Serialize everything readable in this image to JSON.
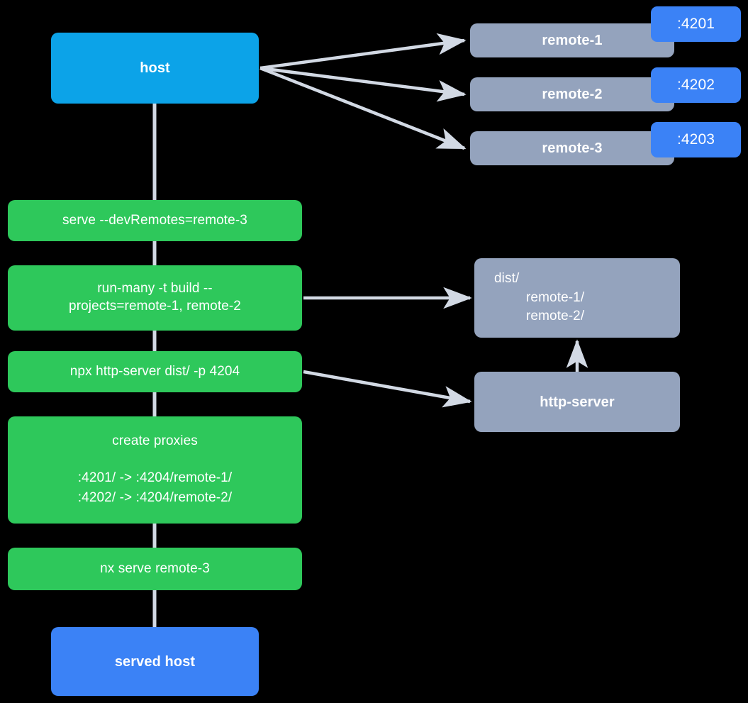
{
  "diagram": {
    "title": "Nx host and remotes serve flow",
    "background": "#000000",
    "edge_color": "#D2D9E4",
    "colors": {
      "host": "#0CA3E8",
      "served_host": "#3B82F6",
      "remote": "#94A3BD",
      "command": "#2EC85B",
      "port_badge": "#3B82F6",
      "artifact": "#94A3BD",
      "edge": "#D2D9E4",
      "text": "#FFFFFF"
    }
  },
  "nodes": {
    "host": {
      "label": "host"
    },
    "served_host": {
      "label": "served host"
    },
    "remotes": [
      {
        "label": "remote-1",
        "port": ":4201"
      },
      {
        "label": "remote-2",
        "port": ":4202"
      },
      {
        "label": "remote-3",
        "port": ":4203"
      }
    ],
    "commands": [
      {
        "id": "serve",
        "lines": [
          "serve --devRemotes=remote-3"
        ]
      },
      {
        "id": "run-many",
        "lines": [
          "run-many -t build --",
          "projects=remote-1, remote-2"
        ]
      },
      {
        "id": "http-server-cmd",
        "lines": [
          "npx http-server dist/ -p 4204"
        ]
      },
      {
        "id": "create-proxies",
        "title": "create proxies",
        "lines": [
          ":4201/ -> :4204/remote-1/",
          ":4202/ -> :4204/remote-2/"
        ]
      },
      {
        "id": "nx-serve-remote-3",
        "lines": [
          "nx serve remote-3"
        ]
      }
    ],
    "dist": {
      "root": "dist/",
      "children": [
        "remote-1/",
        "remote-2/"
      ]
    },
    "http_server": {
      "label": "http-server"
    }
  },
  "edges": [
    {
      "from": "host",
      "to": "remote-1",
      "kind": "arrow"
    },
    {
      "from": "host",
      "to": "remote-2",
      "kind": "arrow"
    },
    {
      "from": "host",
      "to": "remote-3",
      "kind": "arrow"
    },
    {
      "from": "host",
      "to": "serve",
      "kind": "line"
    },
    {
      "from": "serve",
      "to": "run-many",
      "kind": "line"
    },
    {
      "from": "run-many",
      "to": "http-server-cmd",
      "kind": "line"
    },
    {
      "from": "run-many",
      "to": "dist",
      "kind": "arrow"
    },
    {
      "from": "http-server-cmd",
      "to": "create-proxies",
      "kind": "line"
    },
    {
      "from": "http-server-cmd",
      "to": "http-server",
      "kind": "arrow"
    },
    {
      "from": "http-server",
      "to": "dist",
      "kind": "arrow"
    },
    {
      "from": "create-proxies",
      "to": "nx-serve-remote-3",
      "kind": "line"
    },
    {
      "from": "nx-serve-remote-3",
      "to": "served-host",
      "kind": "line"
    }
  ]
}
